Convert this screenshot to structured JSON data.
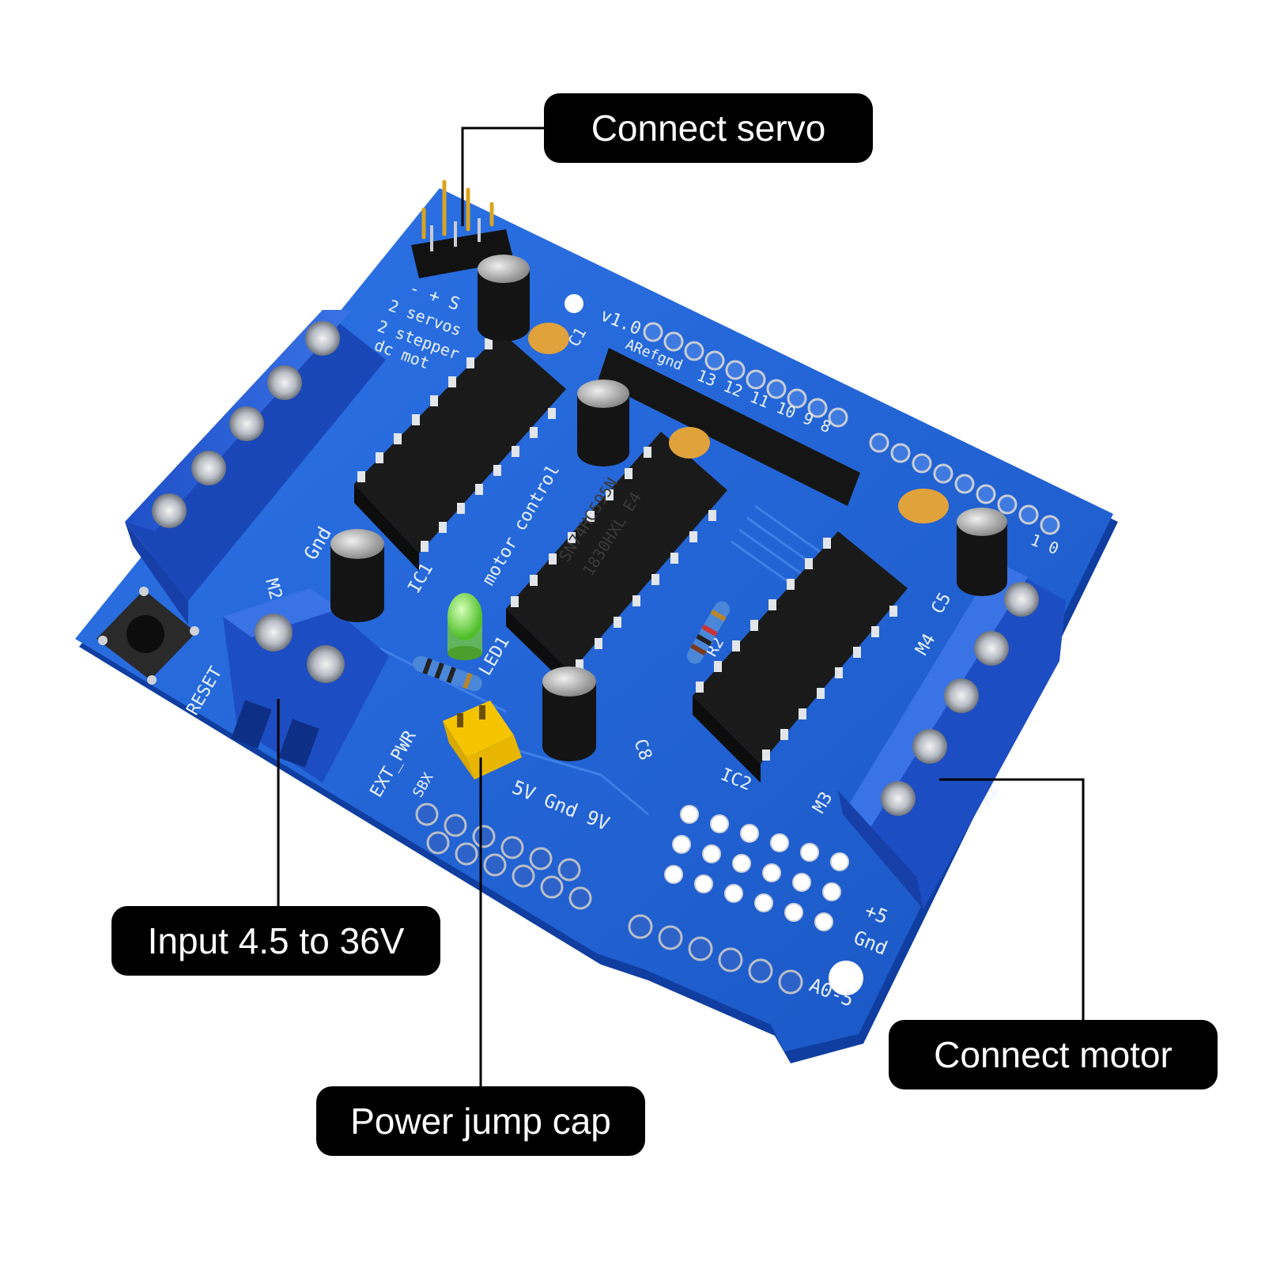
{
  "callouts": {
    "servo": "Connect servo",
    "input": "Input 4.5 to 36V",
    "jump": "Power jump cap",
    "motor": "Connect motor"
  },
  "board": {
    "version": "v1.0",
    "servo_row": "- + S",
    "servos_line": "2 servos",
    "steppers_line": "2 stepper",
    "dc_line": "dc mot",
    "motor_control": "motor control",
    "chip_middle_1": "SN74HC595N",
    "chip_middle_2": "1830HXL E4",
    "aref_label": "ARefgnd",
    "digital_pins": "13 12 11 10 9 8",
    "digital_pins_low": "1 0",
    "ic1": "IC1",
    "ic2": "IC2",
    "led1": "LED1",
    "c1": "C1",
    "c5": "C5",
    "c8": "C8",
    "r2": "R2",
    "m2": "M2",
    "m3": "M3",
    "m4": "M4",
    "x2": "X2",
    "reset": "RESET",
    "ext_pwr": "EXT_PWR",
    "sbx": "SBX",
    "gnd_left": "Gnd",
    "power_row": "5V Gnd 9V",
    "plus5": "+5",
    "gnd_right": "Gnd",
    "a0_5": "A0-5"
  },
  "colors": {
    "pcb": "#1f63d6",
    "pcb_edge": "#0f3ea0",
    "terminal": "#2a5fd9",
    "chip": "#1a1a1a",
    "jumper": "#f5c400",
    "led": "#6fe04a",
    "callout_bg": "#000000",
    "callout_text": "#ffffff"
  }
}
